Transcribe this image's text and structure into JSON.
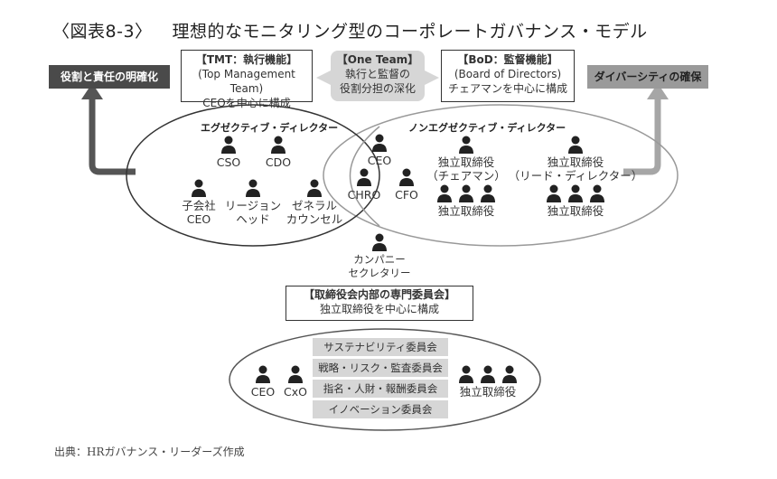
{
  "title": {
    "label": "〈図表8-3〉",
    "text": "理想的なモニタリング型のコーポレートガバナンス・モデル"
  },
  "tags": {
    "left": "役割と責任の明確化",
    "right": "ダイバーシティの確保",
    "left_color": "#4a4a4a",
    "right_color": "#9a9a9a"
  },
  "tmt": {
    "heading": "【TMT：執行機能】",
    "sub": "(Top Management Team)",
    "desc": "CEOを中心に構成"
  },
  "one_team": {
    "heading": "【One Team】",
    "line1": "執行と監督の",
    "line2": "役割分担の深化"
  },
  "bod": {
    "heading": "【BoD：監督機能】",
    "sub": "(Board of Directors)",
    "desc": "チェアマンを中心に構成"
  },
  "executive": {
    "label": "エグゼクティブ・ディレクター",
    "members": {
      "cso": "CSO",
      "cdo": "CDO",
      "sub_ceo_1": "子会社",
      "sub_ceo_2": "CEO",
      "region_1": "リージョン",
      "region_2": "ヘッド",
      "counsel_1": "ゼネラル",
      "counsel_2": "カウンセル"
    }
  },
  "core": {
    "ceo": "CEO",
    "chro": "CHRO",
    "cfo": "CFO"
  },
  "non_executive": {
    "label": "ノンエグゼクティブ・ディレクター",
    "chair_1": "独立取締役",
    "chair_2": "（チェアマン）",
    "lead_1": "独立取締役",
    "lead_2": "（リード・ディレクター）",
    "group_left": "独立取締役",
    "group_right": "独立取締役"
  },
  "secretary": {
    "line1": "カンパニー",
    "line2": "セクレタリー"
  },
  "committee_box": {
    "heading": "【取締役会内部の専門委員会】",
    "desc": "独立取締役を中心に構成"
  },
  "committees": {
    "ceo": "CEO",
    "cxo": "CxO",
    "items": [
      "サステナビリティ委員会",
      "戦略・リスク・監査委員会",
      "指名・人財・報酬委員会",
      "イノベーション委員会"
    ],
    "independent": "独立取締役"
  },
  "source": "出典：HRガバナンス・リーダーズ作成"
}
